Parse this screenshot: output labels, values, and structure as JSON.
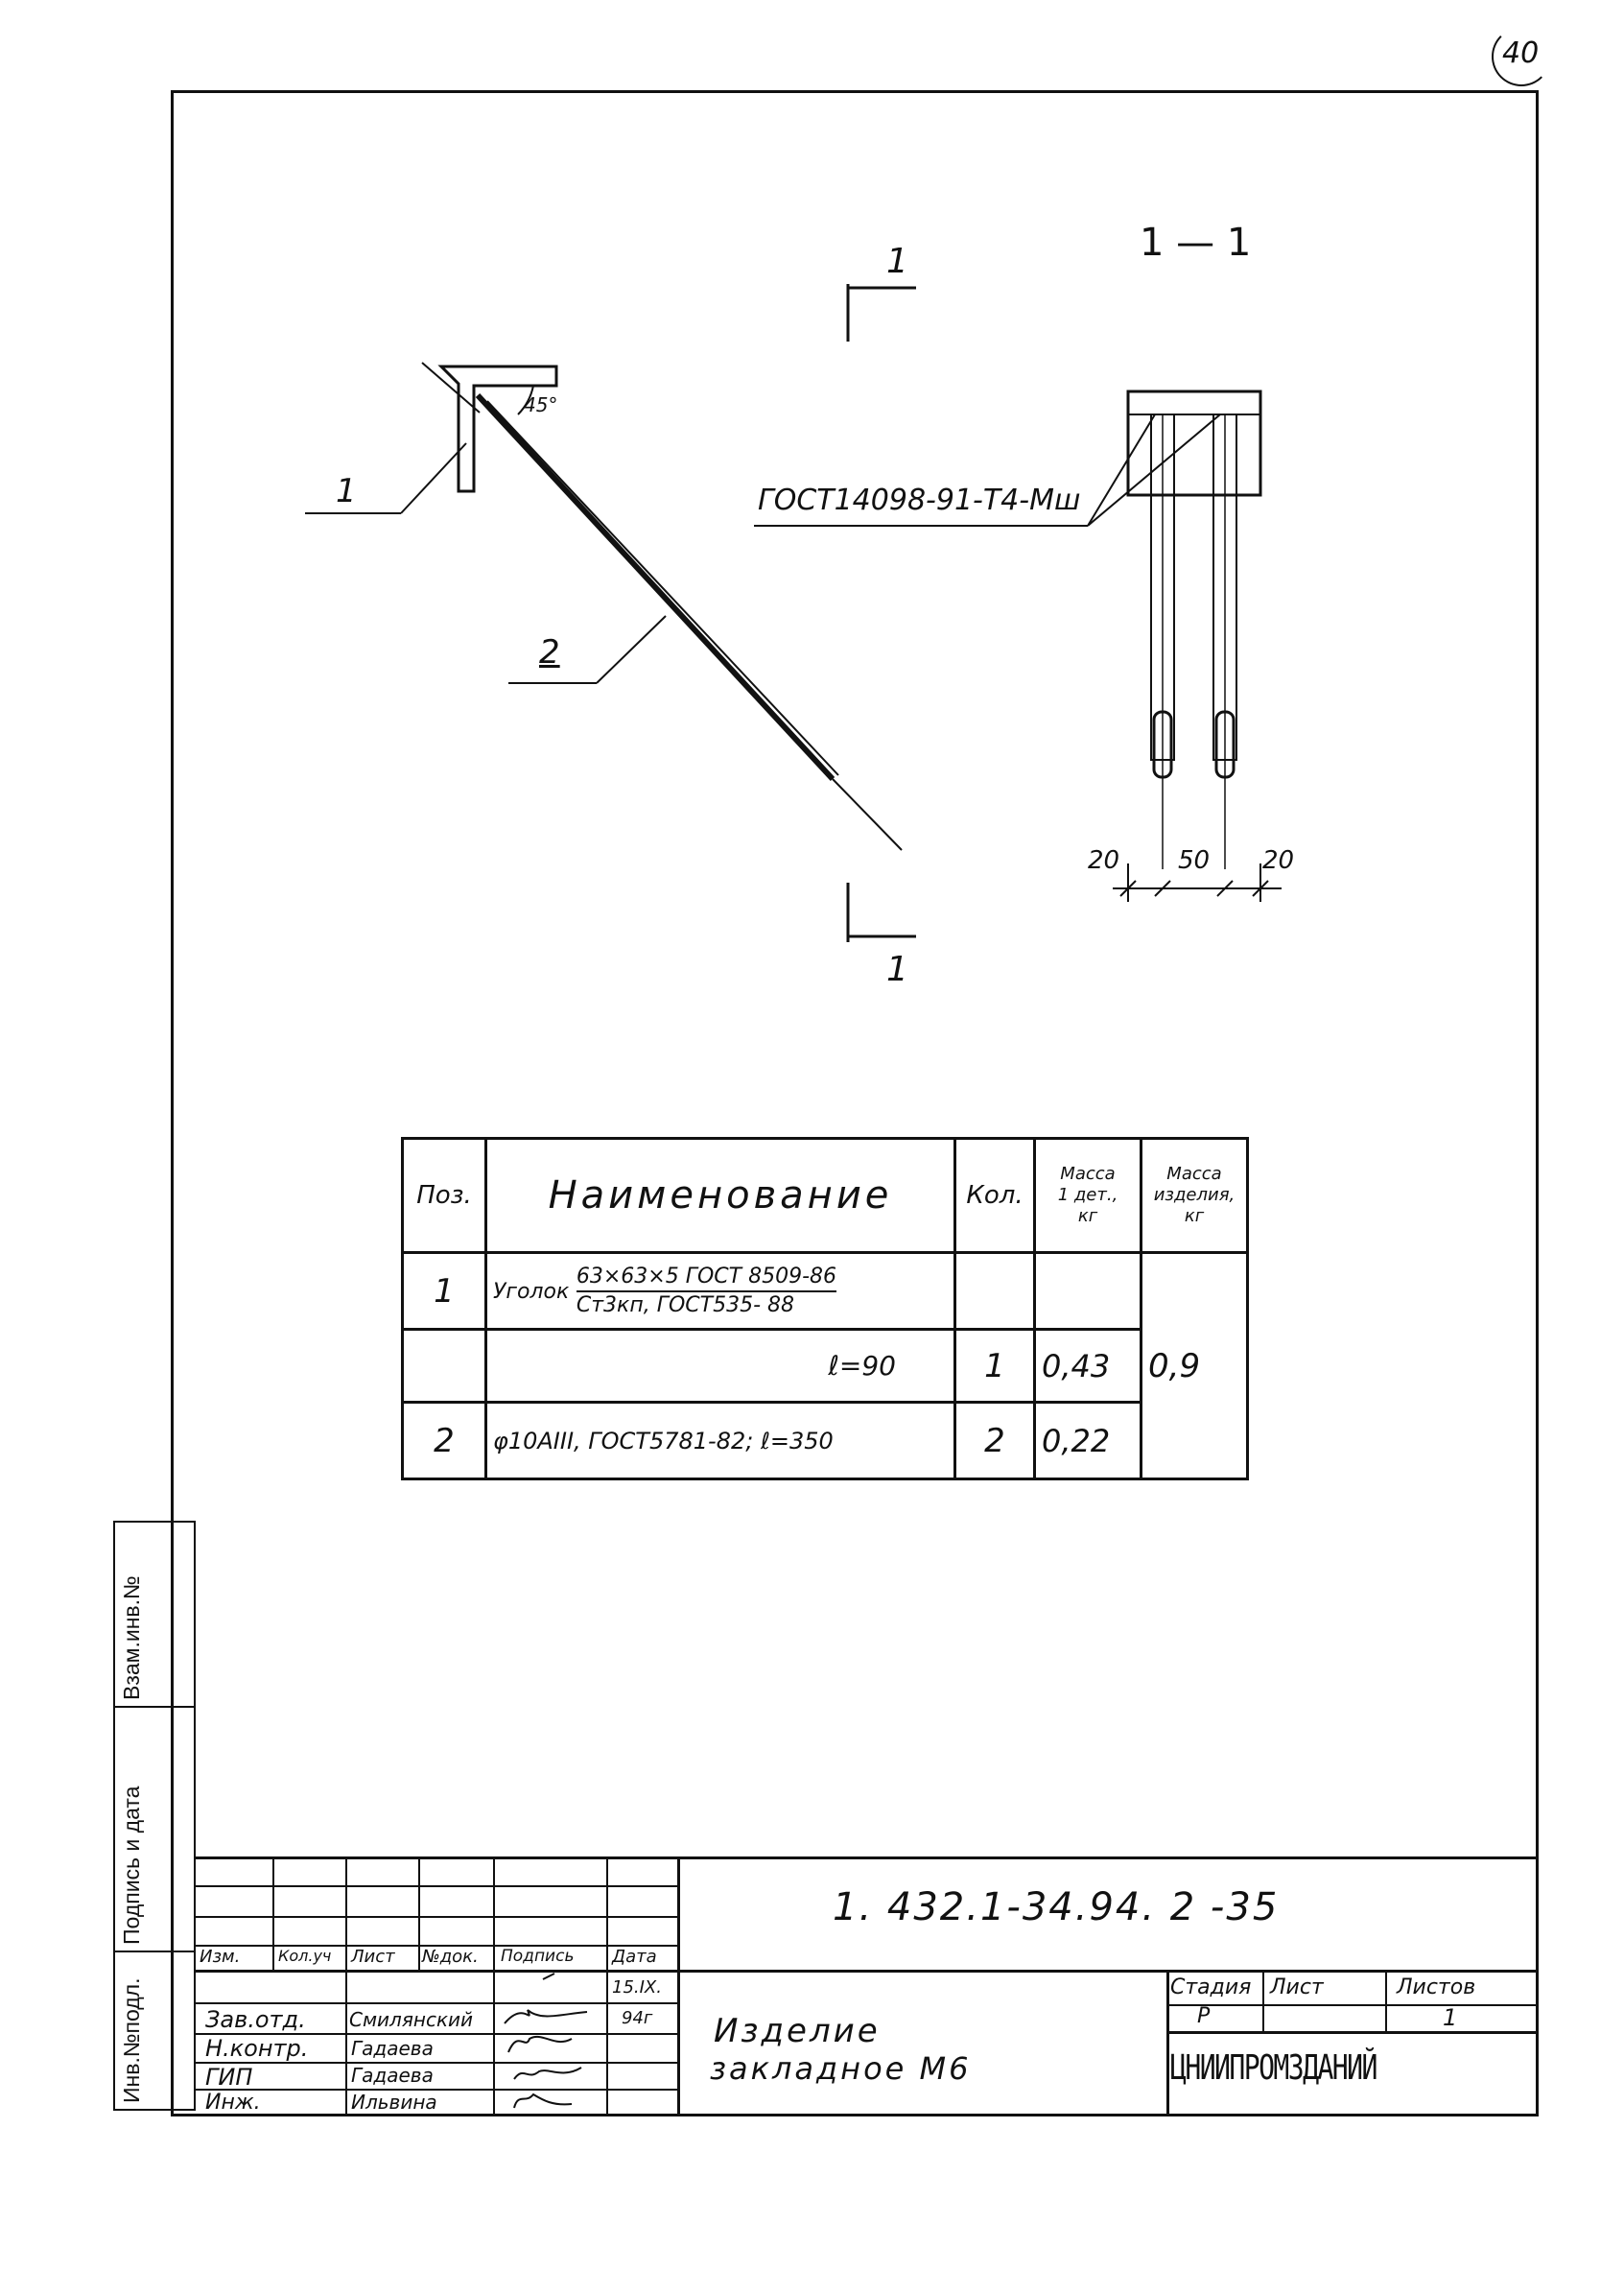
{
  "page_number": "40",
  "drawing": {
    "section_top": "1",
    "section_bottom": "1",
    "section_title": "1 — 1",
    "angle": "45°",
    "callout_1": "1",
    "callout_2": "2",
    "weld_note": "ГОСТ14098-91-Т4-Мш",
    "dims": [
      "20",
      "50",
      "20"
    ]
  },
  "spec_table": {
    "headers": {
      "pos": "Поз.",
      "name": "Наименование",
      "qty": "Кол.",
      "mass1_a": "Масса",
      "mass1_b": "1 дет.,",
      "mass1_c": "кг",
      "mass2_a": "Масса",
      "mass2_b": "изделия,",
      "mass2_c": "кг"
    },
    "rows": [
      {
        "pos": "1",
        "name_prefix": "Уголок",
        "name_num": "63×63×5 ГОСТ 8509-86",
        "name_den": "Ст3кп, ГОСТ535- 88",
        "qty": "",
        "mass1": ""
      },
      {
        "pos": "",
        "name": "ℓ=90",
        "qty": "1",
        "mass1": "0,43"
      },
      {
        "pos": "2",
        "name": "φ10АIII, ГОСТ5781-82; ℓ=350",
        "qty": "2",
        "mass1": "0,22"
      }
    ],
    "total_mass": "0,9"
  },
  "side_stamp": {
    "labels": [
      "Взам.инв.№",
      "Подпись и дата",
      "Инв.№подл."
    ]
  },
  "title_block": {
    "doc_code": "1. 432.1-34.94. 2 -35",
    "col_headers": [
      "Изм.",
      "Кол.уч",
      "Лист",
      "№док.",
      "Подпись",
      "Дата"
    ],
    "date": "15.IX.",
    "date2": "94г",
    "roles": [
      {
        "role": "Зав.отд.",
        "name": "Смилянский"
      },
      {
        "role": "Н.контр.",
        "name": "Гадаева"
      },
      {
        "role": "ГИП",
        "name": "Гадаева"
      },
      {
        "role": "Инж.",
        "name": "Ильвина"
      }
    ],
    "item_name_1": "Изделие",
    "item_name_2": "закладное М6",
    "stage_label": "Стадия",
    "sheet_label": "Лист",
    "sheets_label": "Листов",
    "stage": "Р",
    "sheets": "1",
    "org": "ЦНИИПРОМЗДАНИЙ"
  }
}
